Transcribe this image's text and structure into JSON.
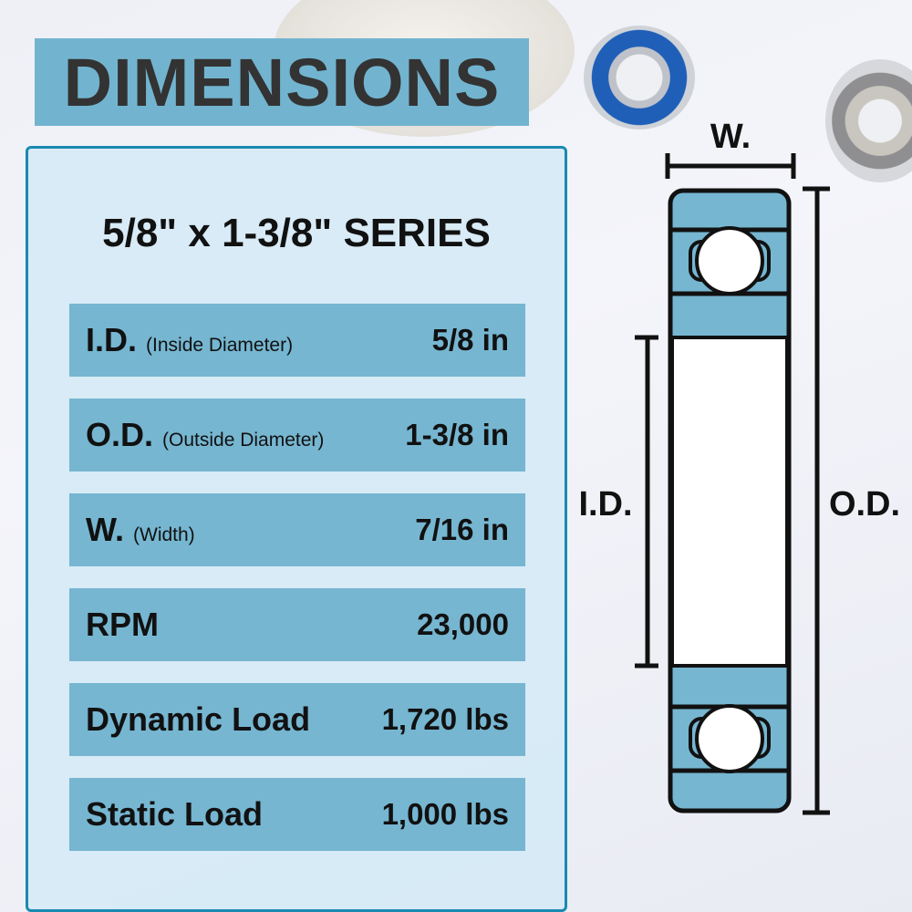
{
  "title": "DIMENSIONS",
  "series": "5/8\" x 1-3/8\" SERIES",
  "specs": [
    {
      "label": "I.D.",
      "sub": "(Inside Diameter)",
      "value": "5/8 in"
    },
    {
      "label": "O.D.",
      "sub": "(Outside Diameter)",
      "value": "1-3/8 in"
    },
    {
      "label": "W.",
      "sub": "(Width)",
      "value": "7/16 in"
    },
    {
      "label": "RPM",
      "sub": "",
      "value": "23,000"
    },
    {
      "label": "Dynamic Load",
      "sub": "",
      "value": "1,720 lbs"
    },
    {
      "label": "Static Load",
      "sub": "",
      "value": "1,000 lbs"
    }
  ],
  "diagram": {
    "width_label": "W.",
    "id_label": "I.D.",
    "od_label": "O.D."
  },
  "colors": {
    "accent": "#72b4cf",
    "border": "#1a8ab0",
    "bearing_fill": "#76b6d1"
  }
}
